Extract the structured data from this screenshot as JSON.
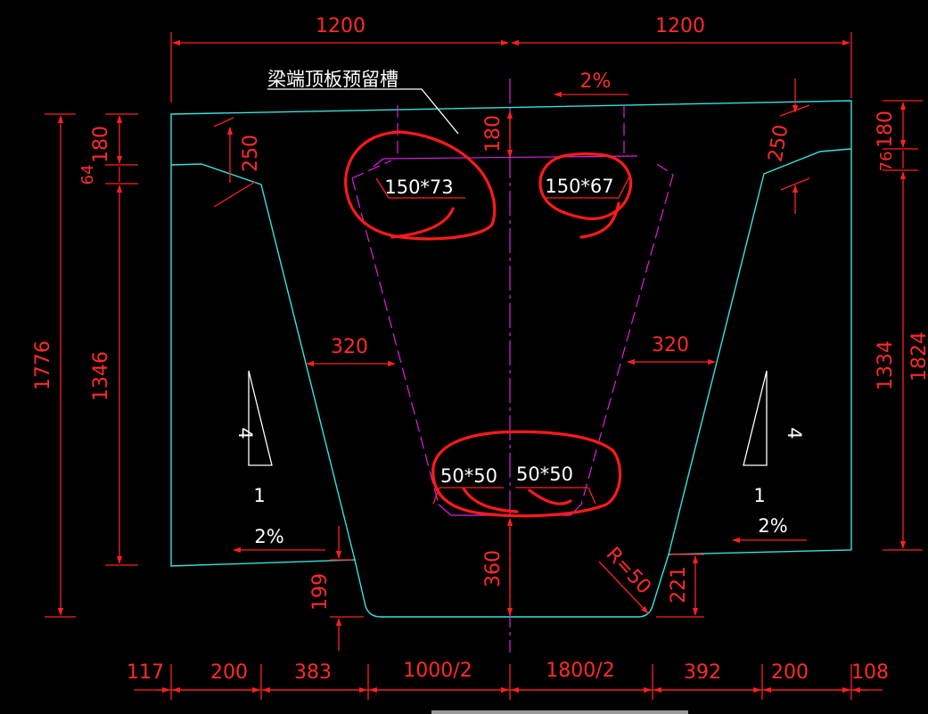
{
  "note_label": "梁端顶板预留槽",
  "top_dims": [
    "1200",
    "1200"
  ],
  "slopes": {
    "top": "2%",
    "left_bottom": "2%",
    "right_bottom": "2%"
  },
  "ratio": {
    "left_rise": "4",
    "left_run": "1",
    "right_rise": "4",
    "right_run": "1"
  },
  "left_dims": [
    "1776",
    "1346",
    "180",
    "64",
    "250"
  ],
  "right_dims": [
    "1334",
    "1824",
    "180",
    "76",
    "250"
  ],
  "inner_dims": {
    "top_center": "180",
    "web_left": "320",
    "web_right": "320",
    "bottom_center": "360",
    "left_low": "199",
    "right_low": "221",
    "radius": "R=50"
  },
  "grooves": [
    "150*73",
    "150*67",
    "50*50",
    "50*50"
  ],
  "bottom_dims": [
    "117",
    "200",
    "383",
    "1000/2",
    "1800/2",
    "392",
    "200",
    "108"
  ]
}
